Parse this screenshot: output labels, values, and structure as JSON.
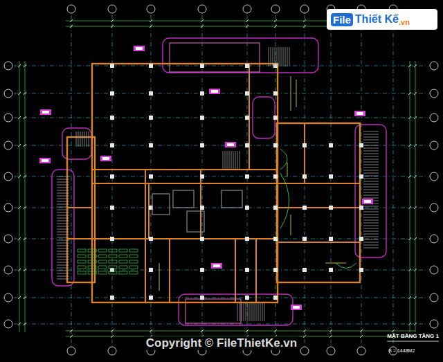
{
  "diagram": {
    "title": "MẶT BẰNG TẦNG 1",
    "labels": [
      "S = 1448M2",
      "Copyright © FileThietKe.vn",
      "File",
      "Thiết Kế",
      ".vn"
    ]
  }
}
